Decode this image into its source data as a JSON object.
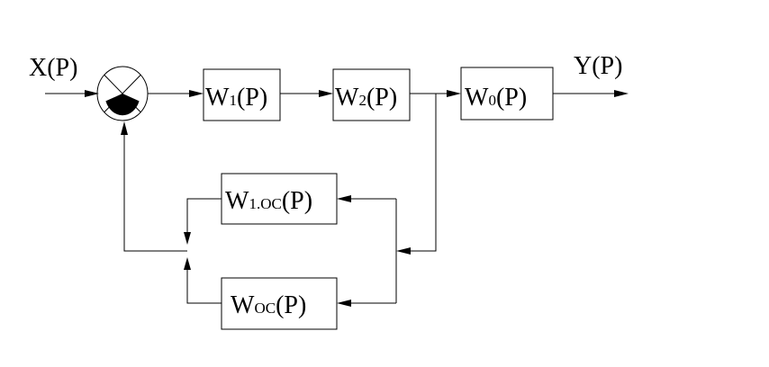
{
  "input_label": "X(P)",
  "output_label": "Y(P)",
  "blocks": {
    "w1": {
      "base": "W",
      "sub": "1",
      "arg": "(P)"
    },
    "w2": {
      "base": "W",
      "sub": "2",
      "arg": "(P)"
    },
    "w0": {
      "base": "W",
      "sub": "0",
      "arg": "(P)"
    },
    "w1oc": {
      "base": "W",
      "sub": "1.OC",
      "arg": "(P)"
    },
    "woc": {
      "base": "W",
      "sub": "OC",
      "arg": "(P)"
    }
  },
  "colors": {
    "line": "#000000",
    "background": "#ffffff",
    "sum_fill": "#000000"
  }
}
